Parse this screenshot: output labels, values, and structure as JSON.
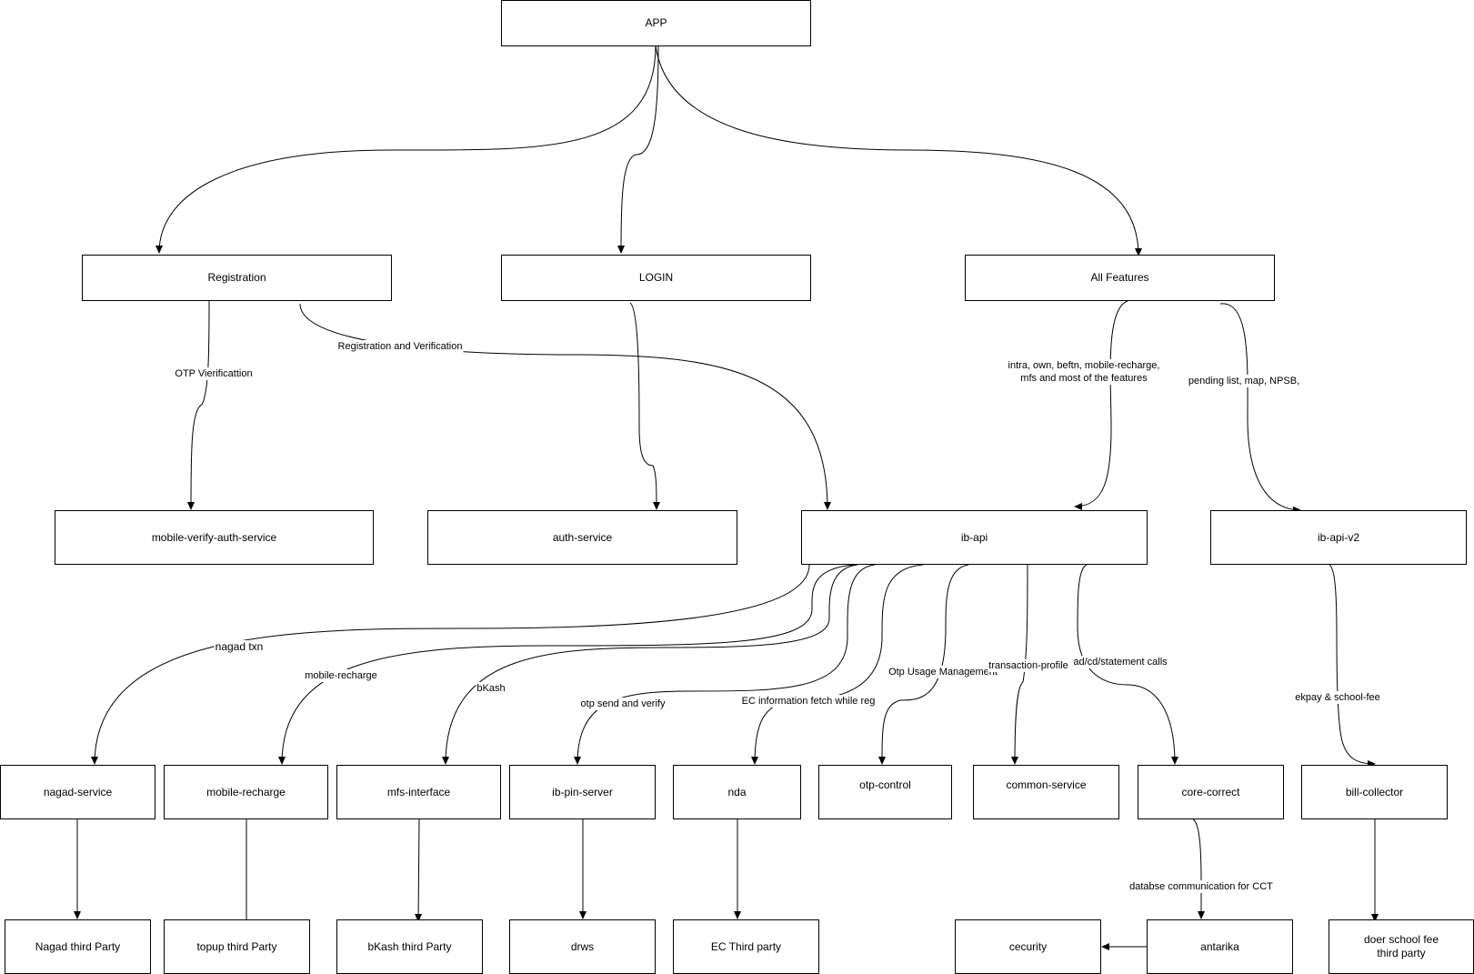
{
  "nodes": {
    "app": "APP",
    "registration": "Registration",
    "login": "LOGIN",
    "all_features": "All Features",
    "mobile_verify_auth_service": "mobile-verify-auth-service",
    "auth_service": "auth-service",
    "ib_api": "ib-api",
    "ib_api_v2": "ib-api-v2",
    "nagad_service": "nagad-service",
    "mobile_recharge": "mobile-recharge",
    "mfs_interface": "mfs-interface",
    "ib_pin_server": "ib-pin-server",
    "nda": "nda",
    "otp_control": "otp-control",
    "common_service": "common-service",
    "core_correct": "core-correct",
    "bill_collector": "bill-collector",
    "nagad_third_party": "Nagad third Party",
    "topup_third_party": "topup third Party",
    "bkash_third_party": "bKash third Party",
    "drws": "drws",
    "ec_third_party": "EC Third party",
    "cecurity": "cecurity",
    "antarika": "antarika",
    "doer_school_fee": "doer school fee\nthird party"
  },
  "edge_labels": {
    "otp_verification": "OTP Vierificattion",
    "registration_and_verification": "Registration and Verification",
    "intra_own": "intra, own, beftn, mobile-recharge,\nmfs and most of the features",
    "pending_list": "pending list, map, NPSB,",
    "nagad_txn": "nagad txn",
    "mobile_recharge": "mobile-recharge",
    "bkash": "bKash",
    "otp_send_verify": "otp send and verify",
    "ec_information": "EC information fetch while reg",
    "otp_usage": "Otp Usage Management",
    "transaction_profile": "transaction-profile",
    "ad_cd_statement": "ad/cd/statement calls",
    "ekpay": "ekpay & school-fee",
    "database_communication": "databse communication for CCT"
  }
}
